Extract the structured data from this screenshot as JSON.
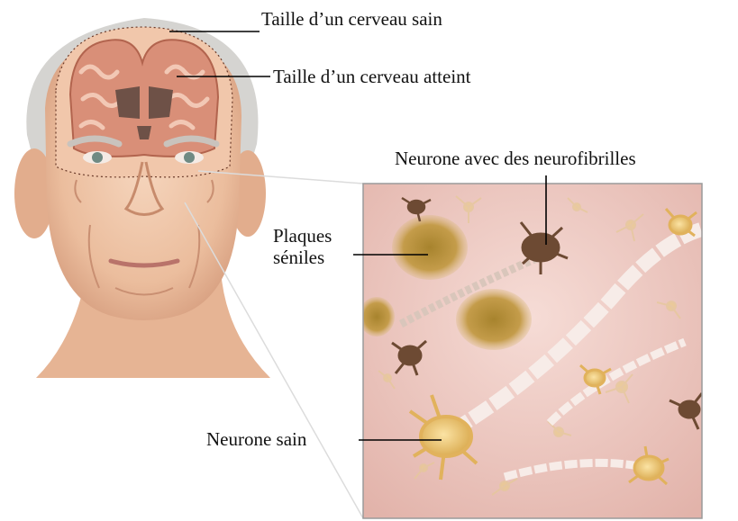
{
  "labels": {
    "healthy_brain_size": "Taille d’un cerveau sain",
    "affected_brain_size": "Taille d’un cerveau atteint",
    "neuron_with_tangles": "Neurone avec des neurofibrilles",
    "senile_plaques_line1": "Plaques",
    "senile_plaques_line2": "séniles",
    "healthy_neuron": "Neurone sain"
  },
  "colors": {
    "skin": "#efc5a6",
    "hair": "#d3d3d0",
    "brain_tissue": "#d98f78",
    "brain_outline": "#b2644e",
    "tissue_background": "#f1cfc8",
    "healthy_neuron": "#f2cf7c",
    "tangle_neuron": "#6d4a33",
    "plaque": "#b98d3a",
    "myelin": "#f7ece8"
  }
}
